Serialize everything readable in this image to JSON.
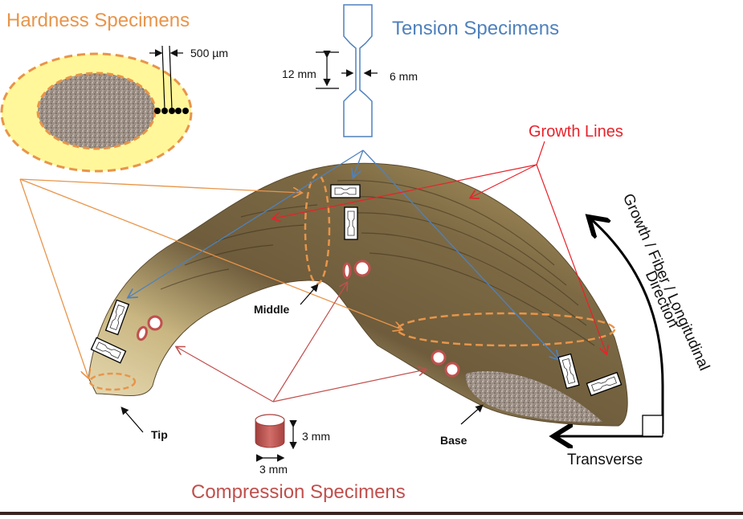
{
  "titles": {
    "hardness": "Hardness Specimens",
    "tension": "Tension Specimens",
    "growth_lines": "Growth Lines",
    "compression": "Compression Specimens"
  },
  "dimensions": {
    "hardness_spacing": "500 µm",
    "tension_gauge_length": "12 mm",
    "tension_gauge_width": "6 mm",
    "compression_height": "3 mm",
    "compression_diameter": "3 mm"
  },
  "horn_regions": {
    "tip": "Tip",
    "middle": "Middle",
    "base": "Base"
  },
  "directions": {
    "longitudinal_line1": "Growth / Fiber / Longitudinal",
    "longitudinal_line2": "Direction",
    "transverse": "Transverse"
  },
  "colors": {
    "hardness": "#e8954a",
    "tension": "#4f81bd",
    "growth_lines": "#e8222a",
    "compression": "#c0504d",
    "hardness_fill": "#fff799",
    "horn_dark": "#6b5a3a",
    "horn_light": "#e9dcb0"
  }
}
